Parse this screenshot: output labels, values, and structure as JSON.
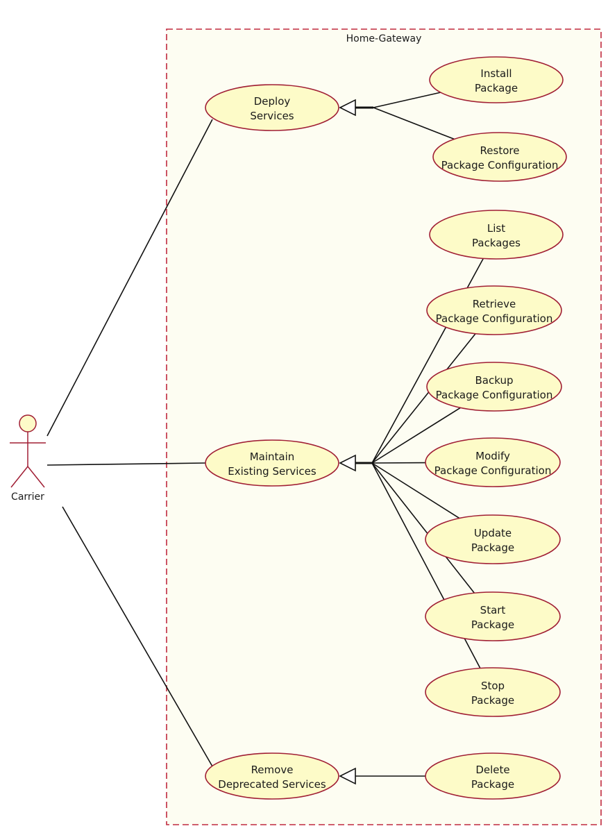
{
  "colors": {
    "boundary_stroke": "#c0293f",
    "boundary_fill": "#fdfdf2",
    "usecase_fill": "#fdfbc8",
    "usecase_stroke": "#a01e34",
    "actor_fill": "#fdfbc8",
    "actor_stroke": "#a01e34",
    "line": "#111111"
  },
  "system": {
    "title": "Home-Gateway"
  },
  "actor": {
    "name": "Carrier"
  },
  "use_cases": {
    "deploy": {
      "line1": "Deploy",
      "line2": "Services"
    },
    "maintain": {
      "line1": "Maintain",
      "line2": "Existing Services"
    },
    "remove": {
      "line1": "Remove",
      "line2": "Deprecated Services"
    },
    "install": {
      "line1": "Install",
      "line2": "Package"
    },
    "restore": {
      "line1": "Restore",
      "line2": "Package Configuration"
    },
    "list": {
      "line1": "List",
      "line2": "Packages"
    },
    "retrieve": {
      "line1": "Retrieve",
      "line2": "Package Configuration"
    },
    "backup": {
      "line1": "Backup",
      "line2": "Package Configuration"
    },
    "modify": {
      "line1": "Modify",
      "line2": "Package Configuration"
    },
    "update": {
      "line1": "Update",
      "line2": "Package"
    },
    "start": {
      "line1": "Start",
      "line2": "Package"
    },
    "stop": {
      "line1": "Stop",
      "line2": "Package"
    },
    "delete": {
      "line1": "Delete",
      "line2": "Package"
    }
  },
  "associations": [
    {
      "from": "actor",
      "to": "deploy"
    },
    {
      "from": "actor",
      "to": "maintain"
    },
    {
      "from": "actor",
      "to": "remove"
    }
  ],
  "generalizations": [
    {
      "child": "install",
      "parent": "deploy"
    },
    {
      "child": "restore",
      "parent": "deploy"
    },
    {
      "child": "list",
      "parent": "maintain"
    },
    {
      "child": "retrieve",
      "parent": "maintain"
    },
    {
      "child": "backup",
      "parent": "maintain"
    },
    {
      "child": "modify",
      "parent": "maintain"
    },
    {
      "child": "update",
      "parent": "maintain"
    },
    {
      "child": "start",
      "parent": "maintain"
    },
    {
      "child": "stop",
      "parent": "maintain"
    },
    {
      "child": "delete",
      "parent": "remove"
    }
  ]
}
